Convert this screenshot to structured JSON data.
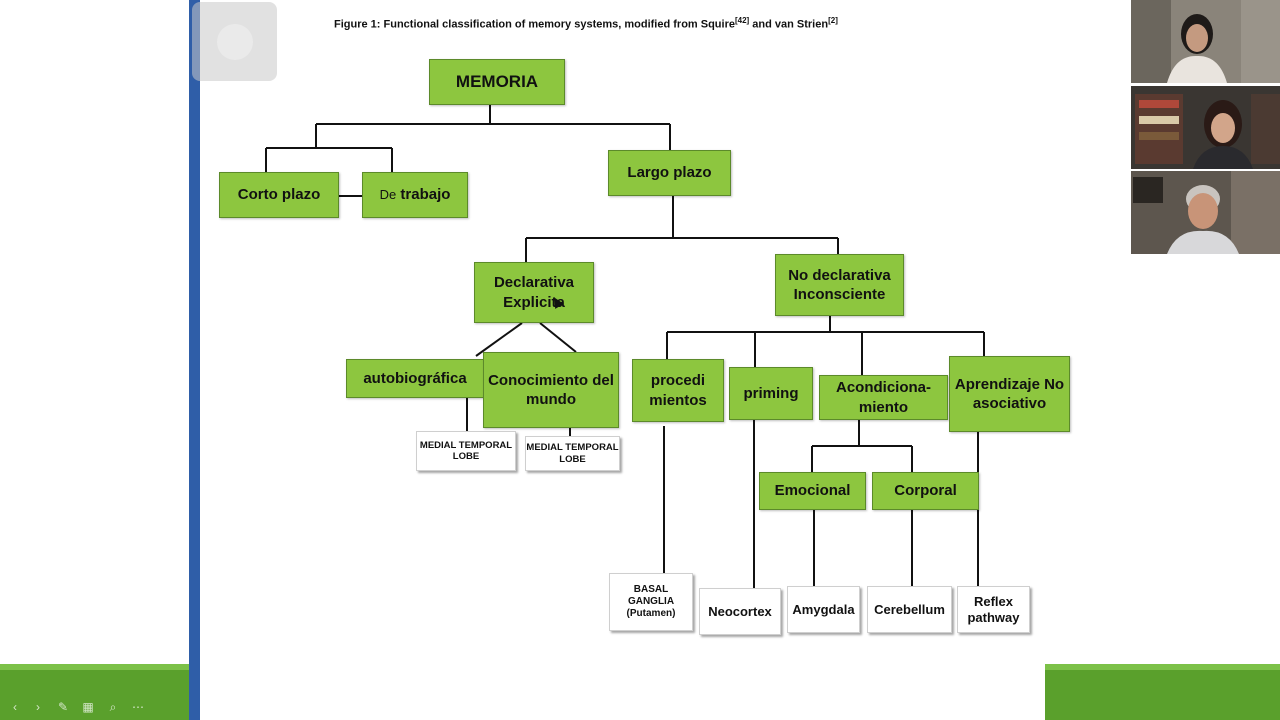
{
  "caption": {
    "text": "Figure 1: Functional classification of memory systems, modified from Squire",
    "ref1": "[42]",
    "mid": " and van Strien",
    "ref2": "[2]"
  },
  "diagram": {
    "memoria": "MEMORIA",
    "corto_plazo": "Corto plazo",
    "de_trabajo_de": "De",
    "de_trabajo": "trabajo",
    "largo_plazo": "Largo plazo",
    "declarativa": "Declarativa Explicita",
    "no_declarativa": "No declarativa Inconsciente",
    "autobiografica": "autobiográfica",
    "conocimiento": "Conocimiento del mundo",
    "procedimientos": "procedi mientos",
    "priming": "priming",
    "acondicionamiento": "Acondiciona- miento",
    "aprendizaje": "Aprendizaje No asociativo",
    "emocional": "Emocional",
    "corporal": "Corporal",
    "mtl1": "MEDIAL TEMPORAL LOBE",
    "mtl2": "MEDIAL TEMPORAL LOBE",
    "basal": "BASAL GANGLIA (Putamen)",
    "neocortex": "Neocortex",
    "amygdala": "Amygdala",
    "cerebellum": "Cerebellum",
    "reflex": "Reflex pathway"
  },
  "controls": {
    "prev_icon": "‹",
    "next_icon": "›",
    "pen_icon": "✎",
    "slides_icon": "▦",
    "zoom_icon": "⌕",
    "more_icon": "⋯"
  },
  "colors": {
    "box_green": "#8dc63f",
    "slide_accent_blue": "#2f5ea8",
    "footer_green": "#5aa02c"
  }
}
